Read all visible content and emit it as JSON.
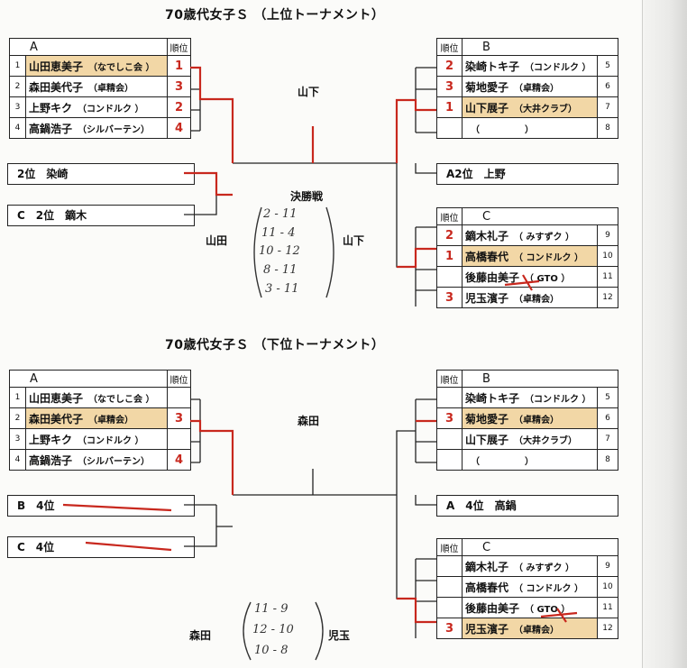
{
  "upper": {
    "title": "70歳代女子Ｓ （上位トーナメント）",
    "group_a": {
      "name": "A",
      "rank_header": "順位",
      "rows": [
        {
          "no": "1",
          "name": "山田恵美子",
          "club": "（なでしこ会 ）",
          "rank": "1",
          "hl": true
        },
        {
          "no": "2",
          "name": "森田美代子",
          "club": "（卓精会）",
          "rank": "3",
          "hl": false
        },
        {
          "no": "3",
          "name": "上野キク",
          "club": "（コンドルク ）",
          "rank": "2",
          "hl": false
        },
        {
          "no": "4",
          "name": "高鍋浩子",
          "club": "（シルバーテン）",
          "rank": "4",
          "hl": false
        }
      ]
    },
    "group_b": {
      "name": "B",
      "rank_header": "順位",
      "rows": [
        {
          "no": "5",
          "name": "染崎トキ子",
          "club": "（コンドルク ）",
          "rank": "2",
          "hl": false
        },
        {
          "no": "6",
          "name": "菊地愛子",
          "club": "（卓精会）",
          "rank": "3",
          "hl": false
        },
        {
          "no": "7",
          "name": "山下展子",
          "club": "（大井クラブ）",
          "rank": "1",
          "hl": true
        },
        {
          "no": "8",
          "name": "",
          "club": "（　　　　　）",
          "rank": "",
          "hl": false
        }
      ]
    },
    "group_c": {
      "name": "C",
      "rank_header": "順位",
      "rows": [
        {
          "no": "9",
          "name": "鏑木礼子",
          "club": "（ みすずク ）",
          "rank": "2",
          "hl": false
        },
        {
          "no": "10",
          "name": "高橋春代",
          "club": "（ コンドルク ）",
          "rank": "1",
          "hl": true
        },
        {
          "no": "11",
          "name": "後藤由美子",
          "club": "（ GTO ）",
          "rank": "",
          "hl": false
        },
        {
          "no": "12",
          "name": "児玉濱子",
          "club": "（卓精会）",
          "rank": "3",
          "hl": false
        }
      ]
    },
    "box_left1": "2位　染崎",
    "box_left2": "C　2位　鏑木",
    "box_right": "A2位　上野",
    "semi_winner": "山下",
    "final_label": "決勝戦",
    "final_left": "山田",
    "final_right": "山下",
    "scores": [
      "2 - 11",
      "11 - 4",
      "10 - 12",
      "8 - 11",
      "3 - 11"
    ]
  },
  "lower": {
    "title": "70歳代女子Ｓ （下位トーナメント）",
    "group_a": {
      "name": "A",
      "rank_header": "順位",
      "rows": [
        {
          "no": "1",
          "name": "山田恵美子",
          "club": "（なでしこ会 ）",
          "rank": "",
          "hl": false
        },
        {
          "no": "2",
          "name": "森田美代子",
          "club": "（卓精会）",
          "rank": "3",
          "hl": true
        },
        {
          "no": "3",
          "name": "上野キク",
          "club": "（コンドルク ）",
          "rank": "",
          "hl": false
        },
        {
          "no": "4",
          "name": "高鍋浩子",
          "club": "（シルバーテン）",
          "rank": "4",
          "hl": false
        }
      ]
    },
    "group_b": {
      "name": "B",
      "rank_header": "順位",
      "rows": [
        {
          "no": "5",
          "name": "染崎トキ子",
          "club": "（コンドルク ）",
          "rank": "",
          "hl": false
        },
        {
          "no": "6",
          "name": "菊地愛子",
          "club": "（卓精会）",
          "rank": "3",
          "hl": true
        },
        {
          "no": "7",
          "name": "山下展子",
          "club": "（大井クラブ）",
          "rank": "",
          "hl": false
        },
        {
          "no": "8",
          "name": "",
          "club": "（　　　　　）",
          "rank": "",
          "hl": false
        }
      ]
    },
    "group_c": {
      "name": "C",
      "rank_header": "順位",
      "rows": [
        {
          "no": "9",
          "name": "鏑木礼子",
          "club": "（ みすずク ）",
          "rank": "",
          "hl": false
        },
        {
          "no": "10",
          "name": "高橋春代",
          "club": "（ コンドルク ）",
          "rank": "",
          "hl": false
        },
        {
          "no": "11",
          "name": "後藤由美子",
          "club": "（ GTO ）",
          "rank": "",
          "hl": false
        },
        {
          "no": "12",
          "name": "児玉濱子",
          "club": "（卓精会）",
          "rank": "3",
          "hl": true
        }
      ]
    },
    "box_left1": "B　4位",
    "box_left2": "C　4位",
    "box_right": "A　4位　高鍋",
    "semi_winner": "森田",
    "final_left": "森田",
    "final_right": "児玉",
    "scores": [
      "11 - 9",
      "12 - 10",
      "10 - 8"
    ]
  },
  "colors": {
    "mark": "#c8281e",
    "highlight": "#f2d7a6",
    "line": "#222222"
  }
}
